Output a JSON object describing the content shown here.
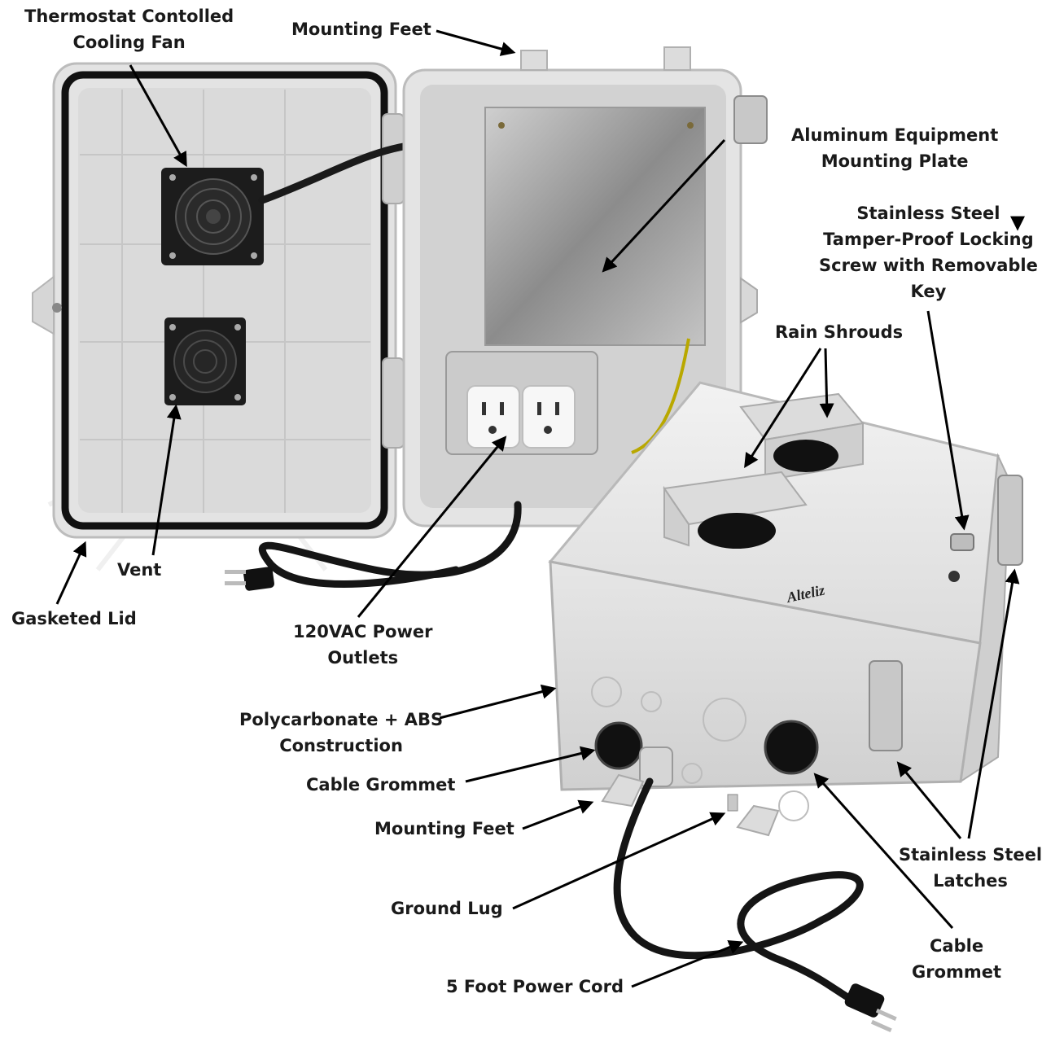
{
  "brand": "Alteliz",
  "watermark": "Alteliz",
  "labels": {
    "fan": [
      "Thermostat Contolled",
      "Cooling Fan"
    ],
    "mounting_feet_top": "Mounting Feet",
    "plate": [
      "Aluminum Equipment",
      "Mounting Plate"
    ],
    "screw": [
      "Stainless Steel",
      "Tamper-Proof Locking",
      "Screw with Removable",
      "Key"
    ],
    "rain_shrouds": "Rain Shrouds",
    "vent": "Vent",
    "gasketed_lid": "Gasketed Lid",
    "outlets": [
      "120VAC Power",
      "Outlets"
    ],
    "construction": [
      "Polycarbonate + ABS",
      "Construction"
    ],
    "grommet_left": "Cable Grommet",
    "mounting_feet_bottom": "Mounting Feet",
    "ground_lug": "Ground Lug",
    "power_cord": "5 Foot Power Cord",
    "grommet_right": [
      "Cable",
      "Grommet"
    ],
    "latches": [
      "Stainless Steel",
      "Latches"
    ]
  },
  "colors": {
    "enclosure": "#e2e2e2",
    "enclosure_shadow": "#bdbdbd",
    "plate": "#a9a9a9",
    "gasket": "#111111",
    "cord": "#151515",
    "outlet": "#f7f7f7",
    "steel": "#c8c8c8",
    "arrow": "#000000"
  }
}
